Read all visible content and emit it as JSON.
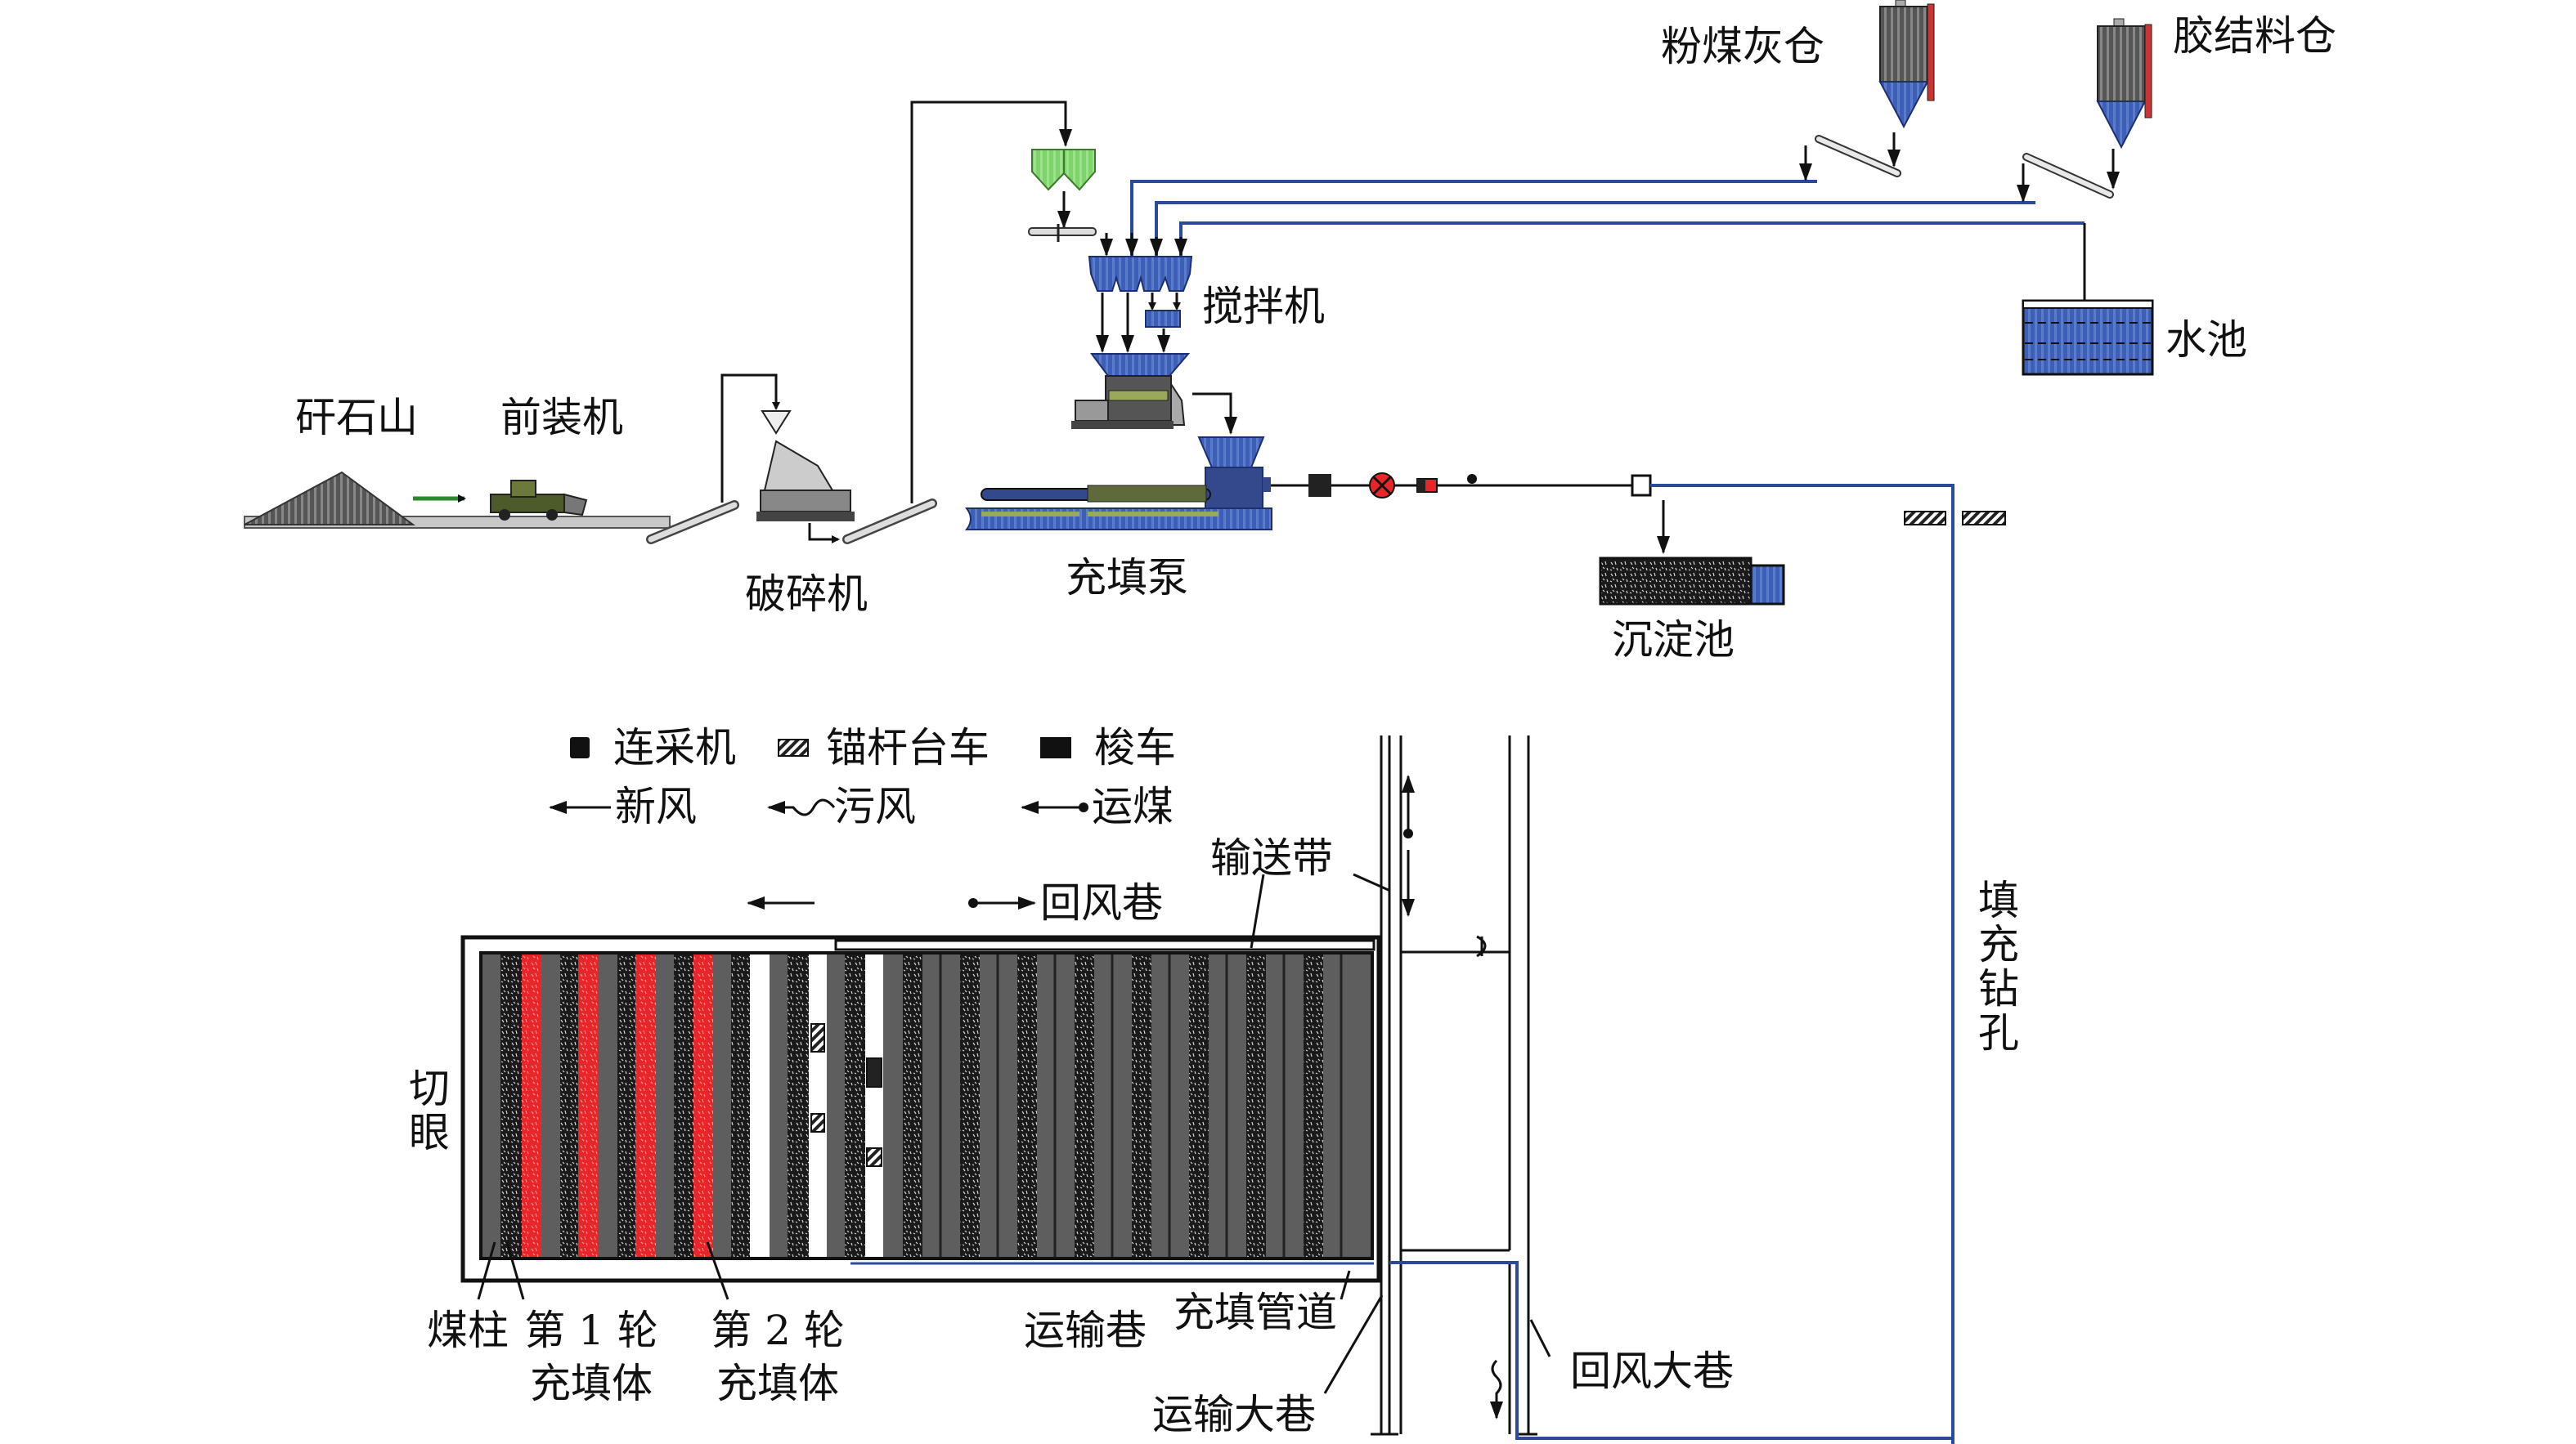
{
  "surface": {
    "gangue_pile": "矸石山",
    "front_loader": "前装机",
    "crusher": "破碎机",
    "filling_pump": "充填泵",
    "mixer": "搅拌机",
    "fly_ash_silo": "粉煤灰仓",
    "binder_silo": "胶结料仓",
    "water_tank": "水池",
    "settling_tank": "沉淀池"
  },
  "legend": {
    "continuous_miner": "连采机",
    "bolter": "锚杆台车",
    "shuttle_car": "梭车",
    "fresh_air": "新风",
    "foul_air": "污风",
    "coal_transport": "运煤"
  },
  "underground": {
    "conveyor_belt": "输送带",
    "return_roadway": "回风巷",
    "open_off_cut": "切眼",
    "filling_borehole": "填充钻孔",
    "coal_pillar": "煤柱",
    "round1_line1": "第 1 轮",
    "round1_line2": "充填体",
    "round2_line1": "第 2 轮",
    "round2_line2": "充填体",
    "haulage_roadway": "运输巷",
    "filling_pipeline": "充填管道",
    "main_haulage_roadway": "运输大巷",
    "main_return_roadway": "回风大巷"
  },
  "colors": {
    "backfill": "#e8262a",
    "pillar": "#5e5e5e",
    "coal": "#1a1a1a",
    "pipeline": "#2c4a9a",
    "equipment_blue": "#3d5fb8",
    "hopper_green": "#7ed36b"
  }
}
